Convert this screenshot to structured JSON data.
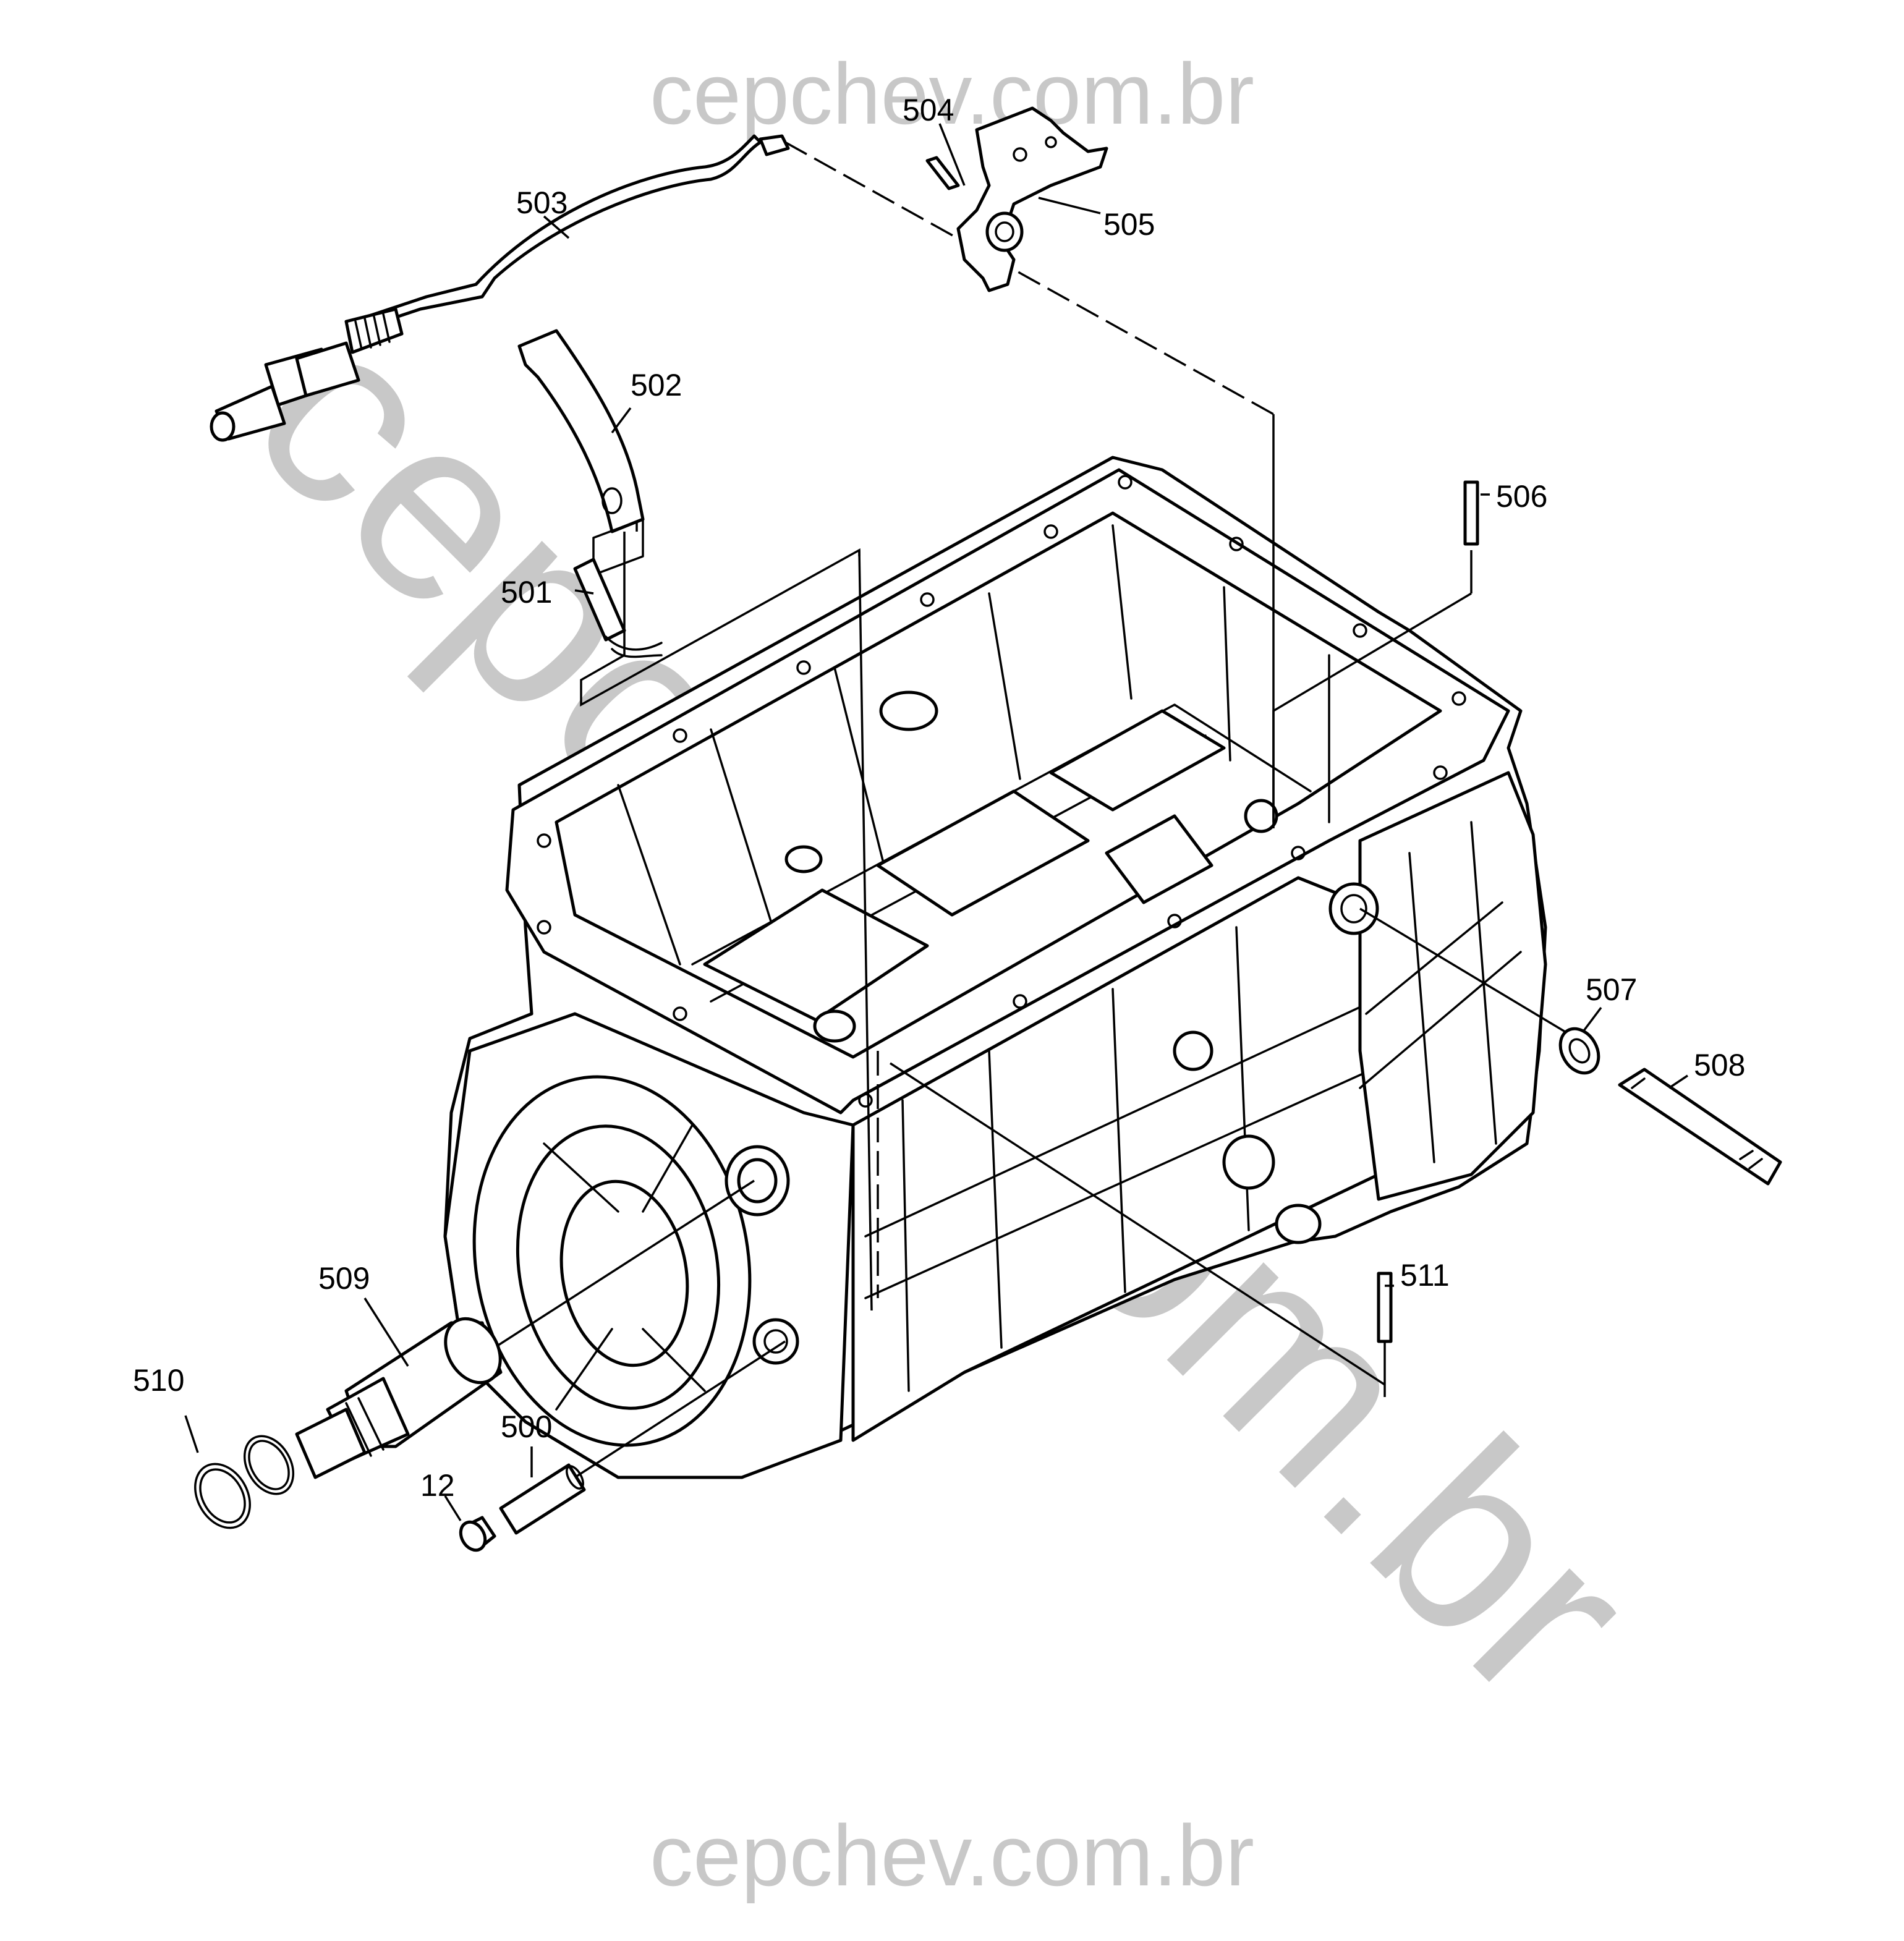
{
  "watermark": {
    "top": "cepchev.com.br",
    "bottom": "cepchev.com.br",
    "diagonal": "cepchev.com.br",
    "color": "#c8c8c8"
  },
  "callouts": {
    "p500": "500",
    "p501": "501",
    "p502": "502",
    "p503": "503",
    "p504": "504",
    "p505": "505",
    "p506": "506",
    "p507": "507",
    "p508": "508",
    "p509": "509",
    "p510": "510",
    "p511": "511",
    "p12": "12"
  }
}
